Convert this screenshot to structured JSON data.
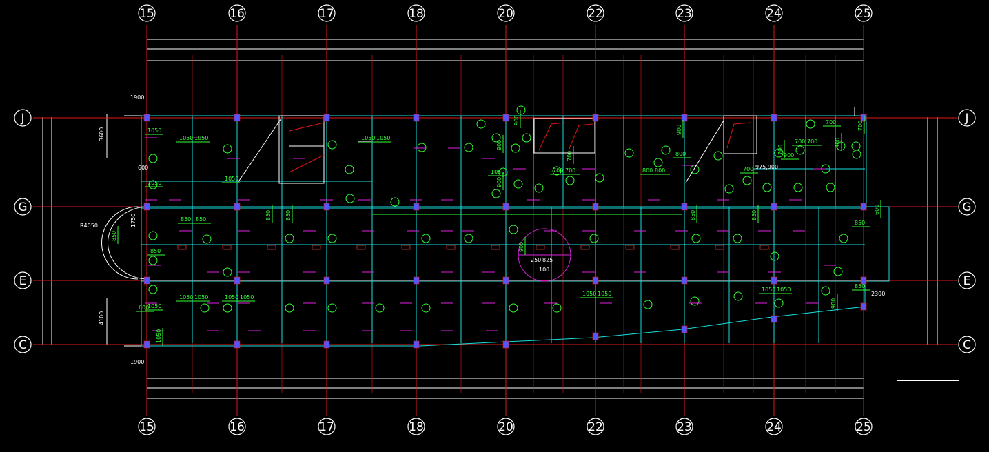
{
  "grid": {
    "columns": [
      "15",
      "16",
      "17",
      "18",
      "20",
      "22",
      "23",
      "24",
      "25"
    ],
    "rows": [
      "J",
      "G",
      "E",
      "C"
    ]
  },
  "dimensions": {
    "top_left": "1900",
    "bottom_left": "1900",
    "left_upper": "3600",
    "left_gap": "600",
    "left_lower": "4100",
    "left_mid": "1750",
    "radius": "R4050",
    "right_bottom": "2300",
    "corridor_right": "975,900"
  },
  "window_labels": {
    "a": "1050",
    "b": "850",
    "c": "700",
    "d": "800",
    "e": "900",
    "f": "600"
  },
  "stair_dims": [
    "250",
    "825",
    "100"
  ],
  "colors": {
    "background": "#000000",
    "axis": "#e01818",
    "wall": "#18e0e0",
    "text": "#33ff33",
    "column": "#5555ff"
  }
}
